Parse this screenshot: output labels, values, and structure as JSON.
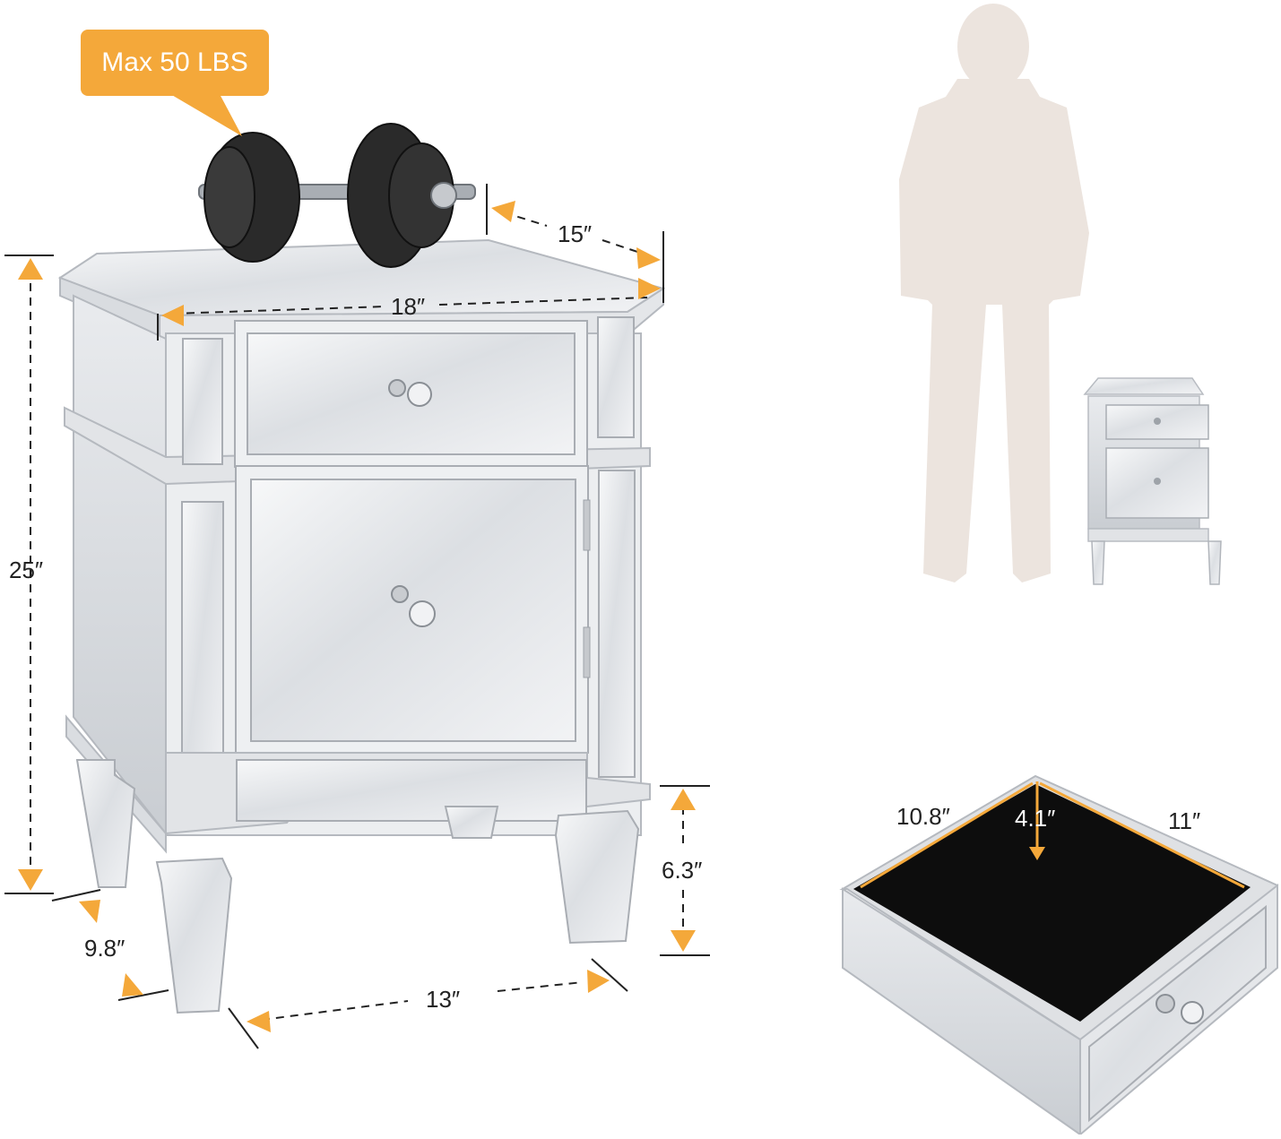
{
  "badge": {
    "text": "Max 50 LBS"
  },
  "dimensions": {
    "depth_top": "15″",
    "width_top": "18″",
    "height": "25″",
    "leg_height": "6.3″",
    "leg_depth": "9.8″",
    "leg_width": "13″",
    "drawer_depth": "10.8″",
    "drawer_height": "4.1″",
    "drawer_width": "11″"
  },
  "colors": {
    "accent": "#f4a83a",
    "silhouette": "#ece4de",
    "mirror": "#e6e8eb",
    "drawer_interior": "#0d0d0d"
  }
}
